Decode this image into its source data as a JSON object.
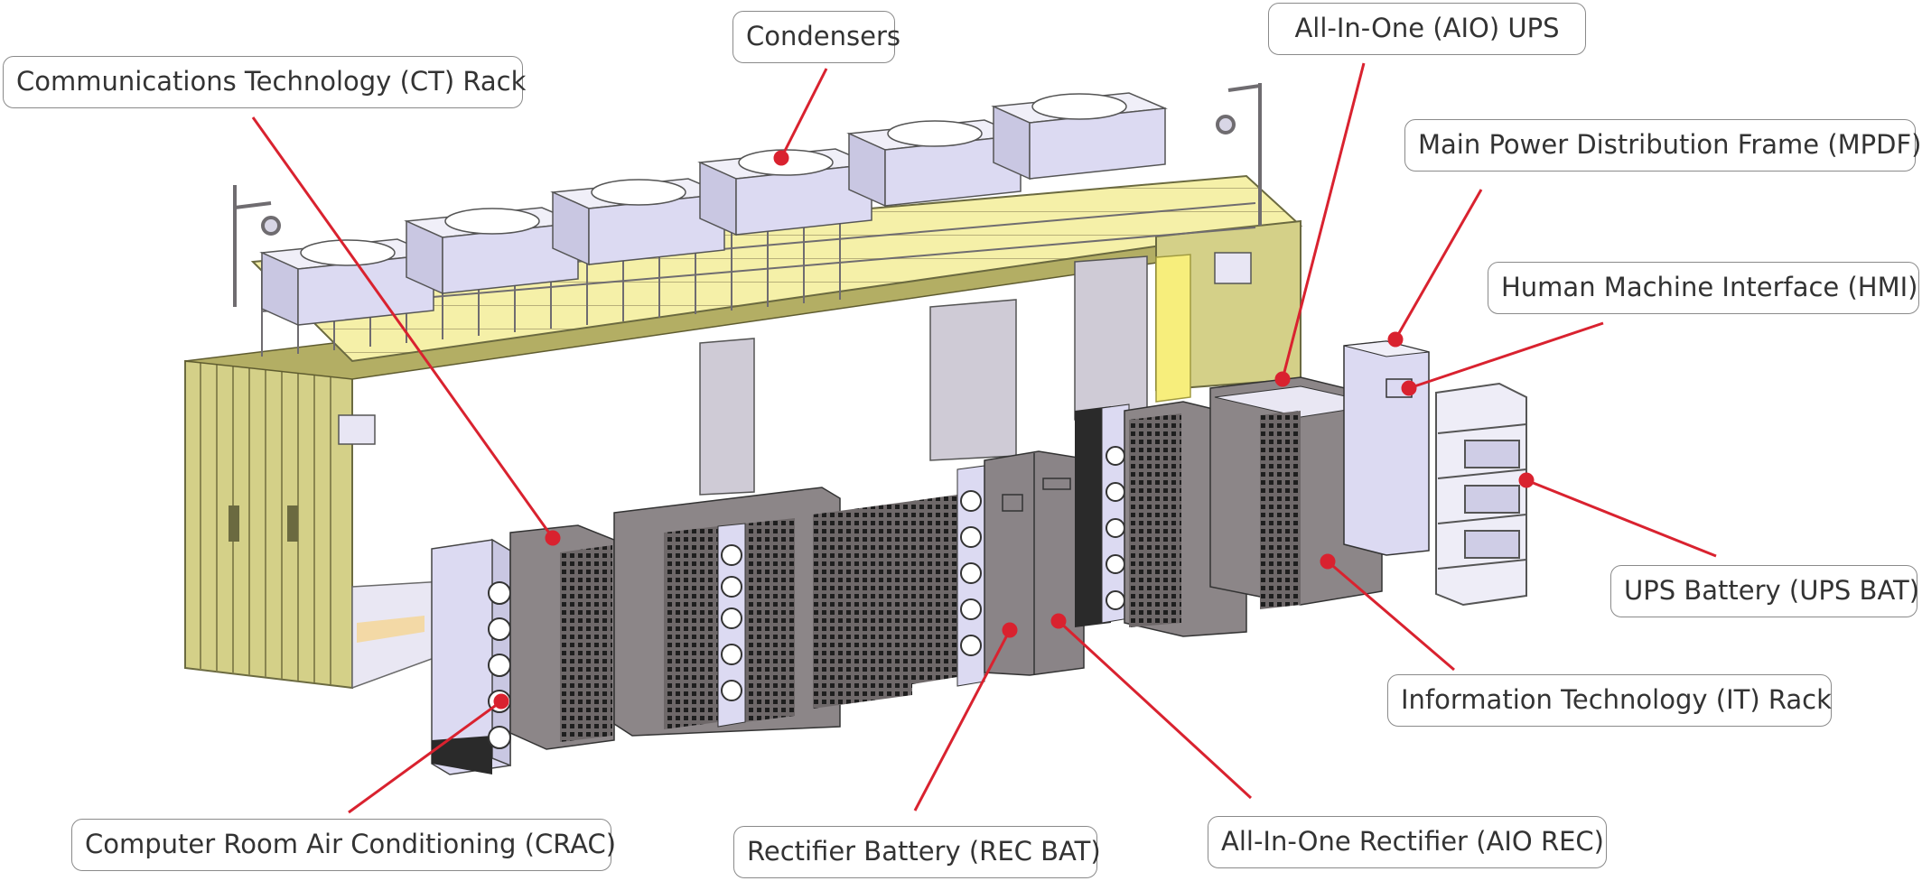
{
  "diagram": {
    "colors": {
      "leader": "#d9222f",
      "container": "#d4d088",
      "container_dark": "#b3ae64",
      "deck": "#f5f0a8",
      "condenser_body": "#dcdaf2",
      "cabinet": "#8c8688",
      "cabinet_dark": "#5e5859",
      "vent": "#2a2a2a",
      "panel_light": "#d6d4ec",
      "door": "#cfcbd6",
      "yellow_light": "#f7ee7c"
    },
    "callouts": {
      "ct_rack": "Communications Technology (CT) Rack",
      "condensers": "Condensers",
      "aio_ups": "All-In-One (AIO) UPS",
      "mpdf": "Main Power Distribution Frame (MPDF)",
      "hmi": "Human Machine Interface (HMI)",
      "ups_bat": "UPS Battery (UPS BAT)",
      "it_rack": "Information Technology (IT) Rack",
      "crac": "Computer Room Air Conditioning (CRAC)",
      "rec_bat": "Rectifier Battery (REC BAT)",
      "aio_rec": "All-In-One Rectifier (AIO REC)"
    }
  }
}
